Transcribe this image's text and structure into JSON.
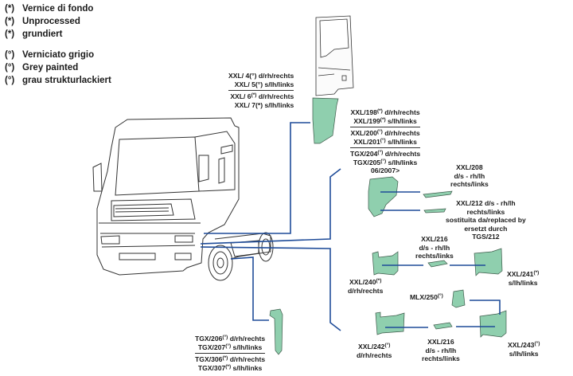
{
  "legend": [
    {
      "symbol": "(*)",
      "text": "Vernice di fondo"
    },
    {
      "symbol": "(*)",
      "text": "Unprocessed"
    },
    {
      "symbol": "(*)",
      "text": "grundiert"
    },
    {
      "symbol": "(°)",
      "text": "Verniciato grigio"
    },
    {
      "symbol": "(°)",
      "text": "Grey painted"
    },
    {
      "symbol": "(°)",
      "text": "grau strukturlackiert"
    }
  ],
  "colors": {
    "part_fill": "#8fcfae",
    "part_stroke": "#3d5a4a",
    "leader": "#1f4c99",
    "outline": "#333333"
  },
  "labels": {
    "door_step": {
      "groups": [
        [
          {
            "code": "XXL/  4",
            "mark": "(°)",
            "side": "d/rh/rechts"
          },
          {
            "code": "XXL/  5",
            "mark": "(°)",
            "side": "s/lh/links"
          }
        ],
        [
          {
            "code": "XXL/  6",
            "mark": "(*)",
            "side": "d/rh/rechts"
          },
          {
            "code": "XXL/  7",
            "mark": "(*)",
            "side": "s/lh/links"
          }
        ]
      ]
    },
    "side_step": {
      "groups": [
        [
          {
            "code": "XXL/198",
            "mark": "(*)",
            "side": "d/rh/rechts"
          },
          {
            "code": "XXL/199",
            "mark": "(*)",
            "side": "s/lh/links"
          }
        ],
        [
          {
            "code": "XXL/200",
            "mark": "(°)",
            "side": "d/rh/rechts"
          },
          {
            "code": "XXL/201",
            "mark": "(°)",
            "side": "s/lh/links"
          }
        ],
        [
          {
            "code": "TGX/204",
            "mark": "(°)",
            "side": "d/rh/rechts"
          },
          {
            "code": "TGX/205",
            "mark": "(°)",
            "side": "s/lh/links"
          }
        ]
      ],
      "note": "06/2007>"
    },
    "xxl208": [
      "XXL/208",
      "d/s - rh/lh",
      "rechts/links"
    ],
    "xxl212": [
      "XXL/212 d/s - rh/lh",
      "rechts/links",
      "sostituita da/replaced by",
      "ersetzt durch",
      "TGS/212"
    ],
    "xxl216_top": [
      "XXL/216",
      "d/s - rh/lh",
      "rechts/links"
    ],
    "xxl240": {
      "code": "XXL/240",
      "mark": "(*)",
      "side": "d/rh/rechts"
    },
    "xxl241": {
      "code": "XXL/241",
      "mark": "(*)",
      "side": "s/lh/links"
    },
    "mlx250": {
      "code": "MLX/250",
      "mark": "(°)"
    },
    "xxl242": {
      "code": "XXL/242",
      "mark": "(°)",
      "side": "d/rh/rechts"
    },
    "xxl216_bottom": [
      "XXL/216",
      "d/s - rh/lh",
      "rechts/links"
    ],
    "xxl243": {
      "code": "XXL/243",
      "mark": "(°)",
      "side": "s/lh/links"
    },
    "mudguard": {
      "groups": [
        [
          {
            "code": "TGX/206",
            "mark": "(°)",
            "side": "d/rh/rechts"
          },
          {
            "code": "TGX/207",
            "mark": "(°)",
            "side": "s/lh/links"
          }
        ],
        [
          {
            "code": "TGX/306",
            "mark": "(*)",
            "side": "d/rh/rechts"
          },
          {
            "code": "TGX/307",
            "mark": "(*)",
            "side": "s/lh/links"
          }
        ]
      ]
    }
  }
}
